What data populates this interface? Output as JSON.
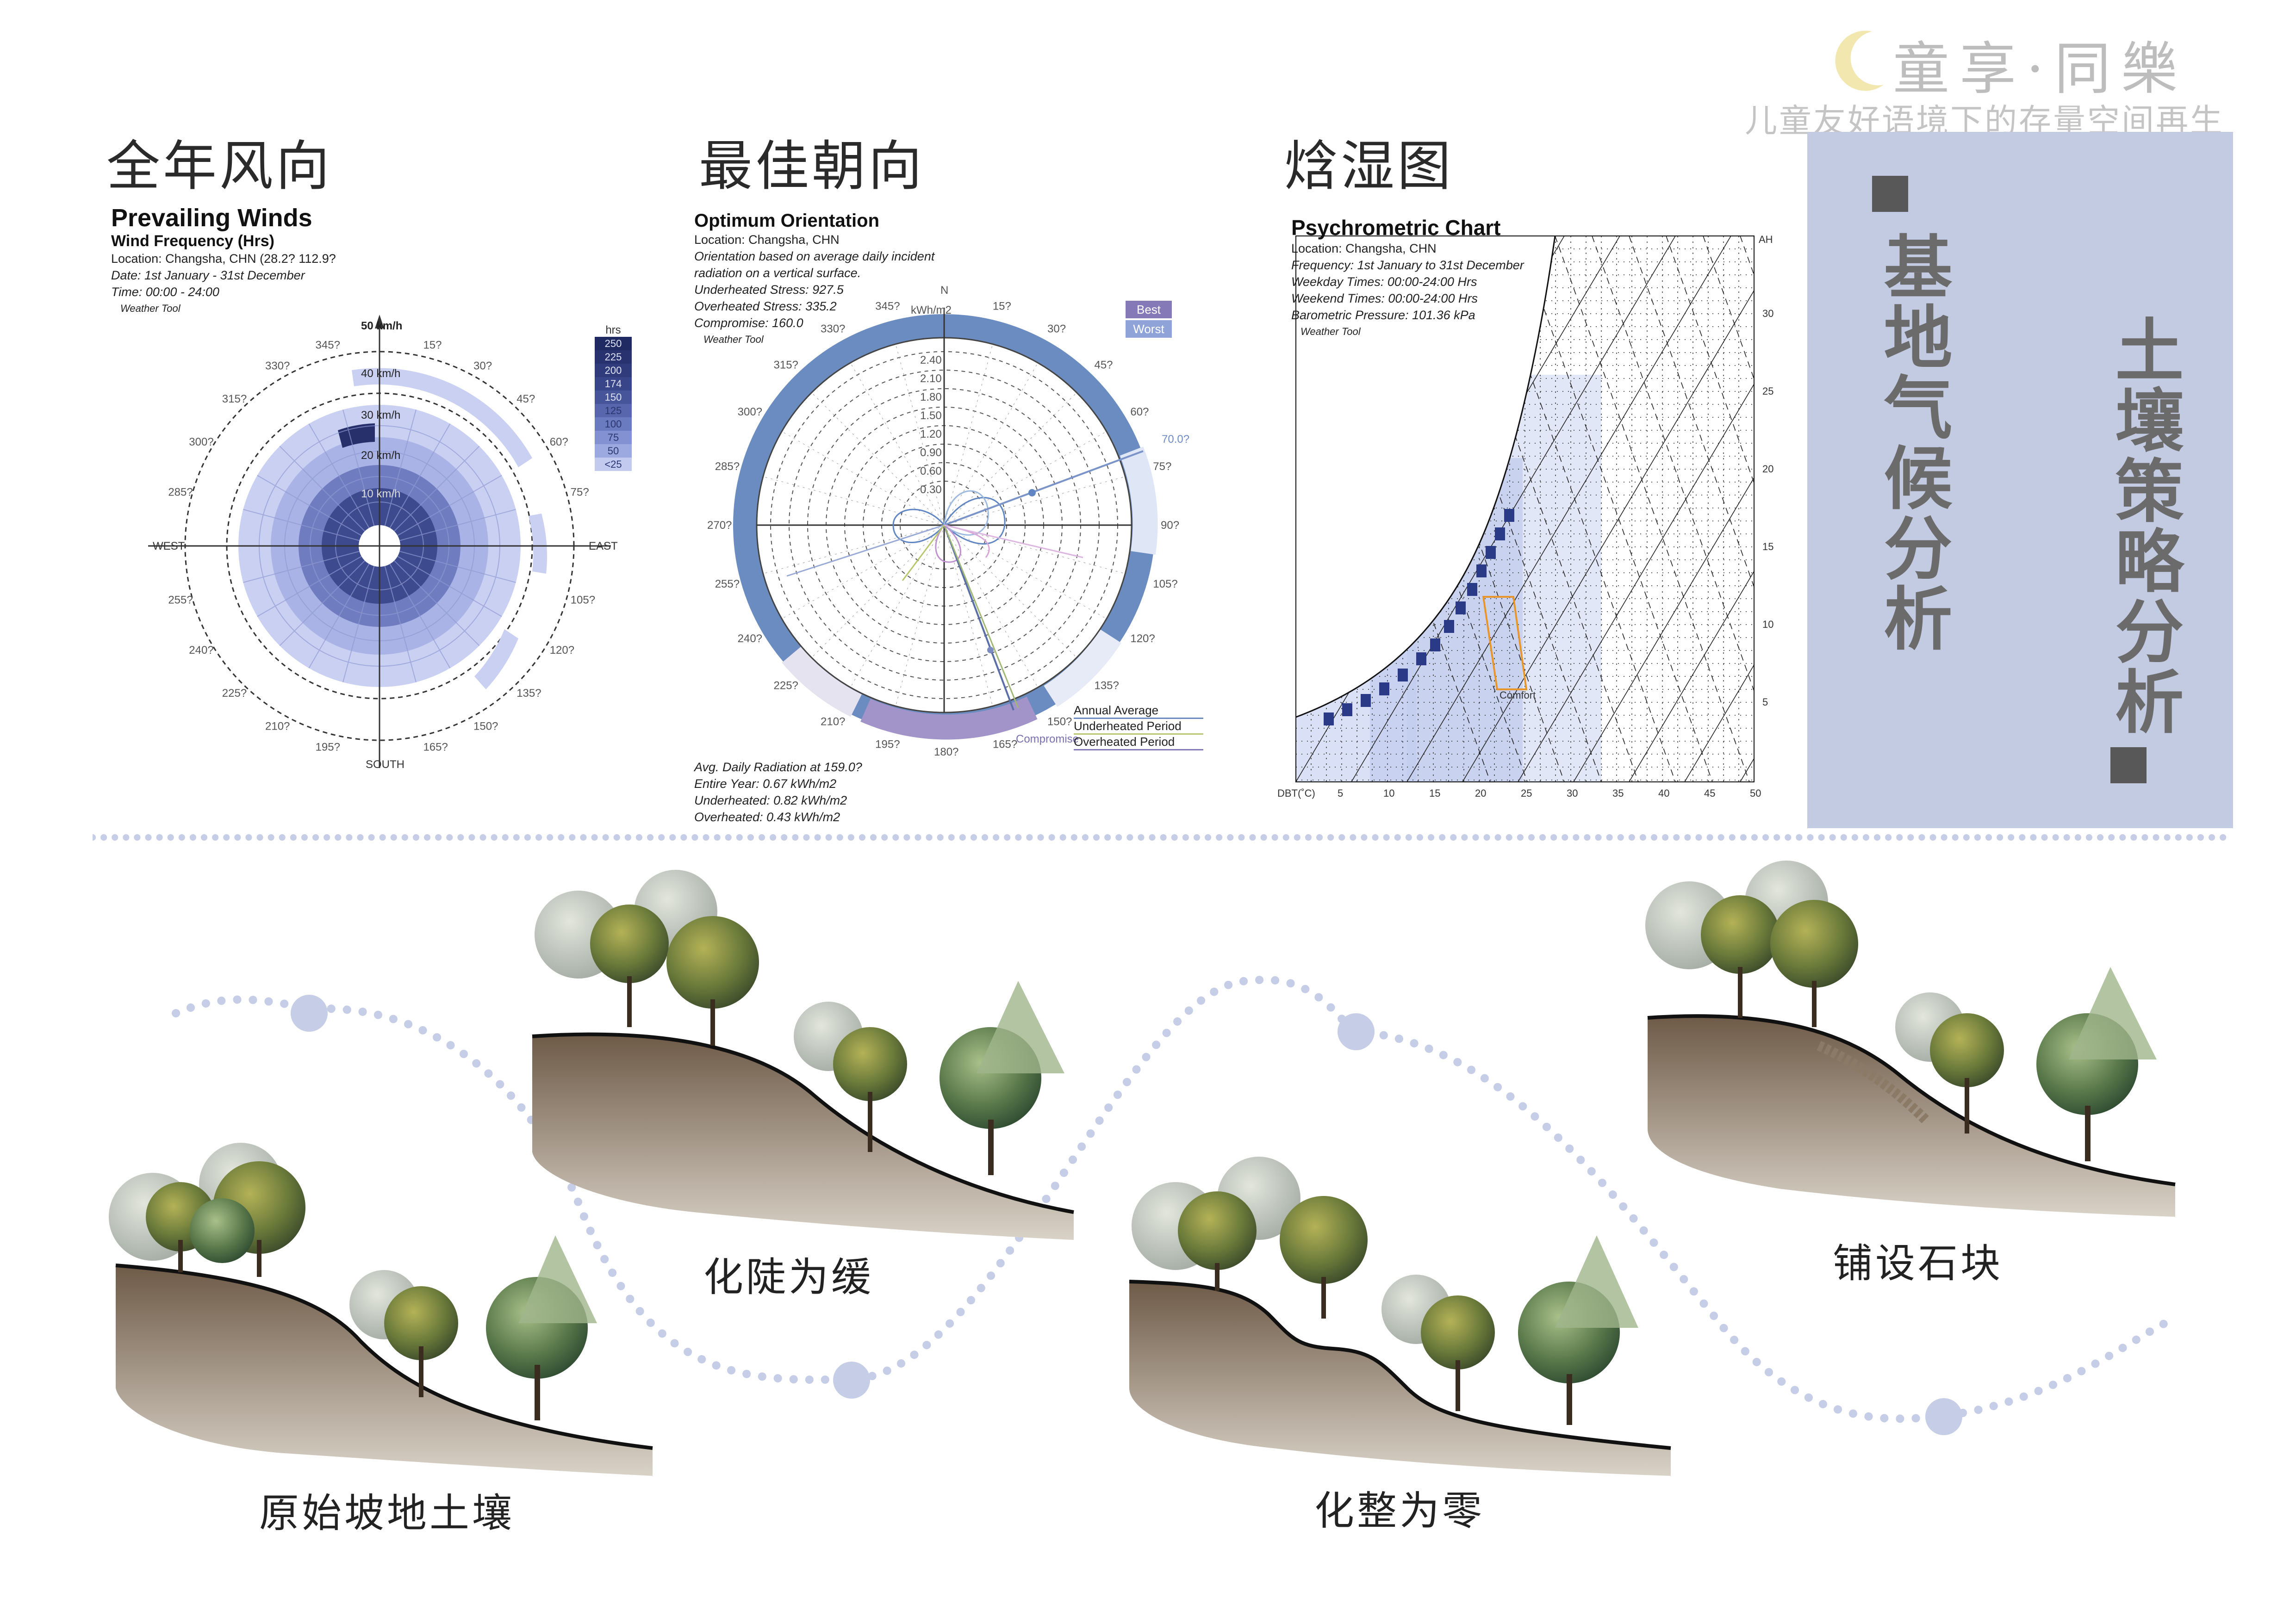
{
  "brand": {
    "name": "童享·同樂",
    "subtitle": "儿童友好语境下的存量空间再生"
  },
  "side_panel": {
    "title1": "基地气候分析",
    "title2": "土壤策略分析"
  },
  "sections": {
    "wind_title": "全年风向",
    "orientation_title": "最佳朝向",
    "psychro_title": "焓湿图"
  },
  "wind": {
    "title": "Prevailing Winds",
    "subtitle": "Wind Frequency (Hrs)",
    "location": "Location: Changsha, CHN (28.2? 112.9?",
    "date": "Date: 1st January - 31st December",
    "time": "Time: 00:00 - 24:00",
    "tool": "Weather Tool",
    "west": "WEST",
    "east": "EAST",
    "south": "SOUTH",
    "speed_labels": [
      "50 km/h",
      "40 km/h",
      "30 km/h",
      "20 km/h",
      "10 km/h"
    ],
    "angles": [
      "345?",
      "15?",
      "330?",
      "30?",
      "315?",
      "45?",
      "300?",
      "60?",
      "285?",
      "75?",
      "255?",
      "105?",
      "240?",
      "120?",
      "225?",
      "135?",
      "210?",
      "150?",
      "195?",
      "165?"
    ],
    "legend_title": "hrs",
    "legend_values": [
      "250",
      "225",
      "200",
      "174",
      "150",
      "125",
      "100",
      "75",
      "50",
      "<25"
    ]
  },
  "orientation": {
    "title": "Optimum Orientation",
    "location": "Location: Changsha, CHN",
    "desc1": "Orientation based on average daily incident",
    "desc2": "radiation on a vertical surface.",
    "underheated": "Underheated Stress: 927.5",
    "overheated": "Overheated Stress: 335.2",
    "compromise": "Compromise: 160.0",
    "tool": "Weather Tool",
    "north": "N",
    "unit": "kWh/m2",
    "rings": [
      "2.40",
      "2.10",
      "1.80",
      "1.50",
      "1.20",
      "0.90",
      "0.60",
      "0.30"
    ],
    "best": "Best",
    "worst": "Worst",
    "best_angle": "70.0?",
    "compromise_label": "Compromise",
    "angles": [
      "345?",
      "15?",
      "330?",
      "30?",
      "315?",
      "45?",
      "300?",
      "60?",
      "285?",
      "75?",
      "270?",
      "90?",
      "255?",
      "105?",
      "240?",
      "120?",
      "225?",
      "135?",
      "210?",
      "150?",
      "195?",
      "180?",
      "165?"
    ],
    "legend": [
      "Annual Average",
      "Underheated Period",
      "Overheated Period"
    ],
    "footer": [
      "Avg. Daily Radiation at 159.0?",
      "Entire Year: 0.67 kWh/m2",
      "Underheated: 0.82 kWh/m2",
      "Overheated: 0.43 kWh/m2"
    ]
  },
  "psychro": {
    "title": "Psychrometric Chart",
    "location": "Location: Changsha, CHN",
    "frequency": "Frequency: 1st January to 31st December",
    "weekday": "Weekday Times: 00:00-24:00 Hrs",
    "weekend": "Weekend Times: 00:00-24:00 Hrs",
    "pressure": "Barometric Pressure: 101.36 kPa",
    "tool": "Weather Tool",
    "x_label": "DBT(˚C)",
    "x_ticks": [
      "5",
      "10",
      "15",
      "20",
      "25",
      "30",
      "35",
      "40",
      "45",
      "50"
    ],
    "y_label": "AH",
    "y_ticks": [
      "30",
      "25",
      "20",
      "15",
      "10",
      "5"
    ],
    "comfort": "Comfort"
  },
  "captions": {
    "c1": "原始坡地土壤",
    "c2": "化陡为缓",
    "c3": "化整为零",
    "c4": "铺设石块"
  },
  "colors": {
    "panel": "#c3cbe3",
    "wind_dark": "#2a3670",
    "wind_light": "#c9d0f2",
    "dots": "#c6cde6"
  }
}
